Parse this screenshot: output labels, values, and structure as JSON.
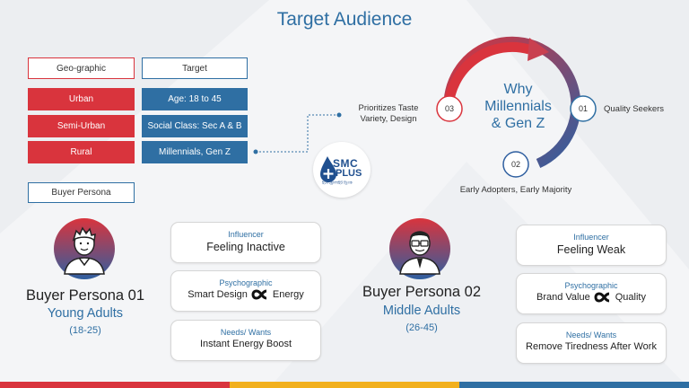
{
  "title": "Target Audience",
  "table": {
    "header_left": "Geo-graphic",
    "header_right": "Target",
    "left": [
      "Urban",
      "Semi-Urban",
      "Rural"
    ],
    "right": [
      "Age: 18 to 45",
      "Social Class: Sec A & B",
      "Millennials, Gen Z"
    ]
  },
  "buyer_persona_label": "Buyer Persona",
  "logo": {
    "line1": "SMC",
    "line2": "PLUS",
    "tagline": "ইলেক্ট্রোলাইট ড্রিংক"
  },
  "cycle": {
    "center_line1": "Why",
    "center_line2": "Millennials",
    "center_line3": "& Gen Z",
    "nodes": [
      {
        "num": "01",
        "text": "Quality Seekers"
      },
      {
        "num": "02",
        "text": "Early Adopters, Early Majority"
      },
      {
        "num": "03",
        "text_line1": "Prioritizes Taste",
        "text_line2": "Variety, Design"
      }
    ]
  },
  "persona1": {
    "name": "Buyer Persona 01",
    "group": "Young Adults",
    "age": "(18-25)",
    "influencer_label": "Influencer",
    "influencer": "Feeling Inactive",
    "psychographic_label": "Psychographic",
    "psychographic_a": "Smart Design",
    "psychographic_b": "Energy",
    "needs_label": "Needs/ Wants",
    "needs": "Instant Energy Boost"
  },
  "persona2": {
    "name": "Buyer Persona 02",
    "group": "Middle Adults",
    "age": "(26-45)",
    "influencer_label": "Influencer",
    "influencer": "Feeling Weak",
    "psychographic_label": "Psychographic",
    "psychographic_a": "Brand Value",
    "psychographic_b": "Quality",
    "needs_label": "Needs/ Wants",
    "needs": "Remove Tiredness After Work"
  },
  "colors": {
    "red": "#d9343d",
    "blue": "#2f6fa3",
    "yellow": "#f2b01e"
  }
}
